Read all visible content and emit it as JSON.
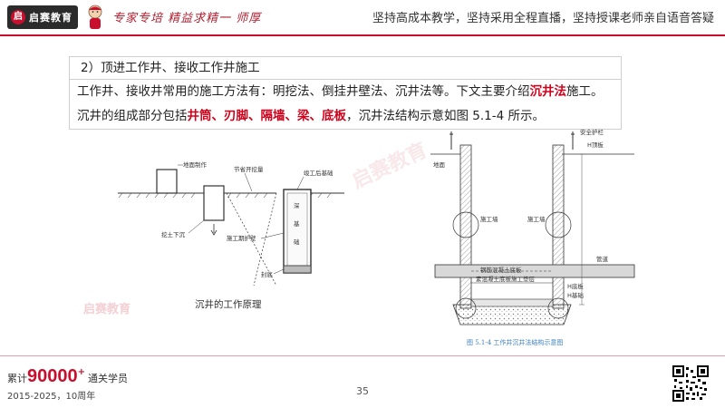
{
  "header": {
    "logo_text": "启赛教育",
    "logo_mark": "启",
    "handwritten_slogan": "专家专培  精益求精一  师厚",
    "tagline": "坚持高成本教学，坚持采用全程直播，坚持授课老师亲自语音答疑"
  },
  "panel": {
    "title": "2）顶进工作井、接收工作井施工",
    "line1_before": "工作井、接收井常用的施工方法有：明挖法、倒挂井壁法、沉井法等。下文主要介绍",
    "line1_highlight": "沉井法",
    "line1_after": "施工。",
    "line2_before": "沉井的组成部分包括",
    "line2_highlight": "井筒、刃脚、隔墙、梁、底板",
    "line2_after": "，沉井法结构示意如图 5.1-4 所示。"
  },
  "left_diagram": {
    "caption": "沉井的工作原理",
    "labels": {
      "prefab": "地面制作",
      "excavate": "挖土下沉",
      "save_dig": "节省开挖量",
      "backfill": "竣工后基础",
      "deep_foundation": "深基础",
      "wall_protect": "施工期护壁",
      "seal_bottom": "封底"
    }
  },
  "right_diagram": {
    "caption": "图 5.1-4    工作井沉井法结构示意图",
    "labels": {
      "safety_rail": "安全护栏",
      "h_top": "H顶板",
      "ground": "地面",
      "construct_wall_left": "施工墙",
      "construct_wall_right": "施工墙",
      "pipe": "管道",
      "top_plate_note": "钢筋混凝土底板",
      "bottom_note": "素混凝土底板施工垫层",
      "h_plate": "H底板",
      "h_base": "H基础"
    }
  },
  "watermark": "启赛教育",
  "footer": {
    "stats_prefix": "累计",
    "stats_number": "90000",
    "stats_plus": "+",
    "stats_suffix": "通关学员",
    "years": "2015-2025，10周年",
    "page_number": "35"
  },
  "colors": {
    "brand_red": "#c8102e",
    "highlight_red": "#d0021b",
    "caption_blue": "#3a7fbf"
  }
}
